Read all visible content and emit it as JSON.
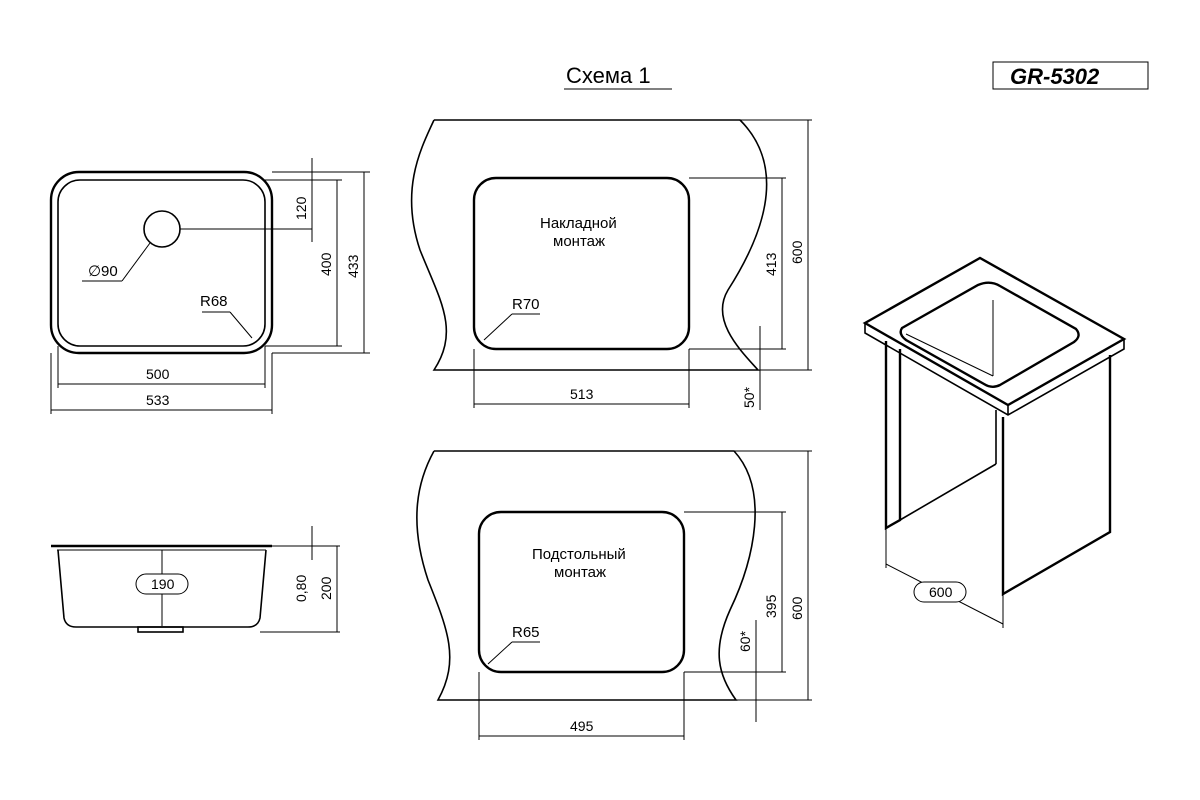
{
  "header": {
    "title": "Схема 1",
    "model": "GR-5302"
  },
  "top_view": {
    "diameter": "90",
    "radius": "R68",
    "dim_120": "120",
    "dim_400": "400",
    "dim_433": "433",
    "dim_500": "500",
    "dim_533": "533"
  },
  "side_view": {
    "depth_label": "190",
    "dim_080": "0,80",
    "dim_200": "200"
  },
  "overlay_mount": {
    "label_line1": "Накладной",
    "label_line2": "монтаж",
    "radius": "R70",
    "width": "513",
    "height": "413",
    "cabinet": "600",
    "offset": "50*"
  },
  "undermount": {
    "label_line1": "Подстольный",
    "label_line2": "монтаж",
    "radius": "R65",
    "width": "495",
    "height": "395",
    "cabinet": "600",
    "offset": "60*"
  },
  "cabinet_view": {
    "width": "600"
  }
}
